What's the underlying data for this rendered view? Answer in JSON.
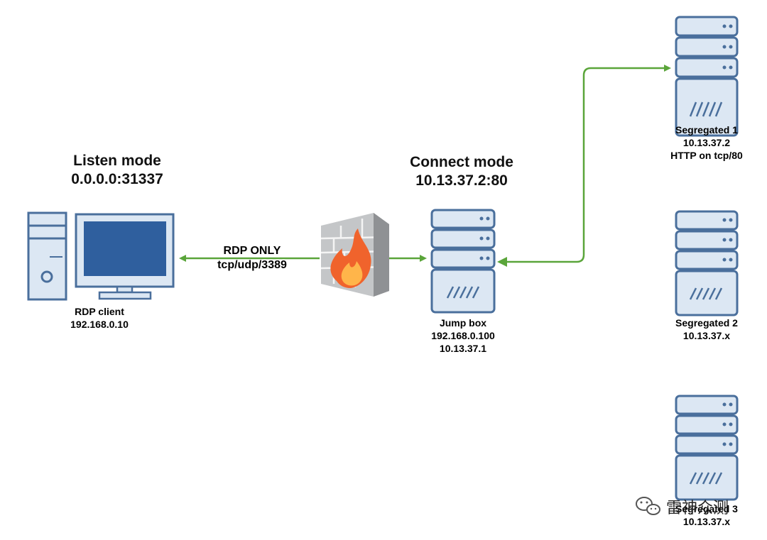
{
  "listen": {
    "title": "Listen mode",
    "addr": "0.0.0.0:31337"
  },
  "connect": {
    "title": "Connect mode",
    "addr": "10.13.37.2:80"
  },
  "rdp_link": {
    "line1": "RDP ONLY",
    "line2": "tcp/udp/3389"
  },
  "client": {
    "name": "RDP client",
    "ip": "192.168.0.10"
  },
  "jump": {
    "name": "Jump box",
    "ip1": "192.168.0.100",
    "ip2": "10.13.37.1"
  },
  "seg1": {
    "name": "Segregated 1",
    "ip": "10.13.37.2",
    "service": "HTTP on tcp/80"
  },
  "seg2": {
    "name": "Segregated 2",
    "ip": "10.13.37.x"
  },
  "seg3": {
    "name": "Segregated 3",
    "ip": "10.13.37.x"
  },
  "watermark": {
    "text": "雷神众测"
  },
  "colors": {
    "arrow": "#5aa53a",
    "server_fill": "#dce7f3",
    "server_stroke": "#4a6f9c",
    "screen": "#2f5f9e",
    "firewall_brick": "#a9abae",
    "flame_outer": "#f08a2c",
    "flame_inner": "#ffb54a"
  }
}
